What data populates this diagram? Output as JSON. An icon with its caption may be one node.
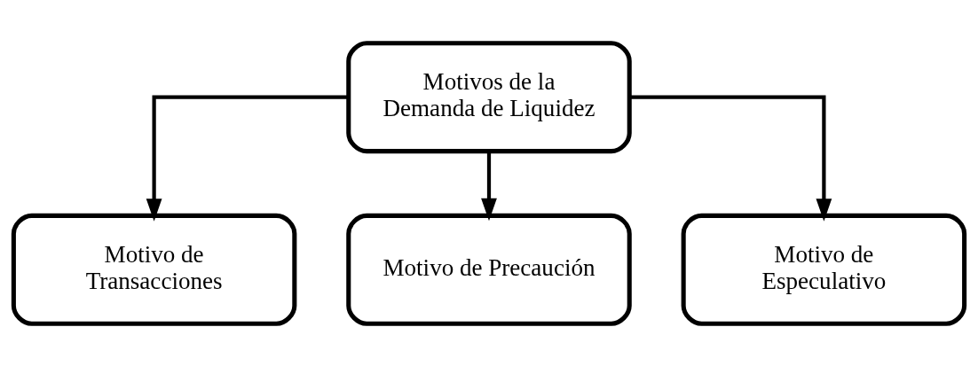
{
  "diagram": {
    "nodes": [
      {
        "text": [
          "Motivos de la Demanda de Liquidez"
        ]
      },
      {
        "text": [
          "Motivo de Transacciones"
        ]
      },
      {
        "text": [
          "Motivo de Precaución"
        ]
      },
      {
        "text": [
          "Motivo de Especulativo"
        ]
      }
    ],
    "edges": [
      {
        "from": 0,
        "to": 1,
        "arrow": "to"
      },
      {
        "from": 0,
        "to": 2,
        "arrow": "to"
      },
      {
        "from": 0,
        "to": 3,
        "arrow": "to"
      }
    ]
  }
}
